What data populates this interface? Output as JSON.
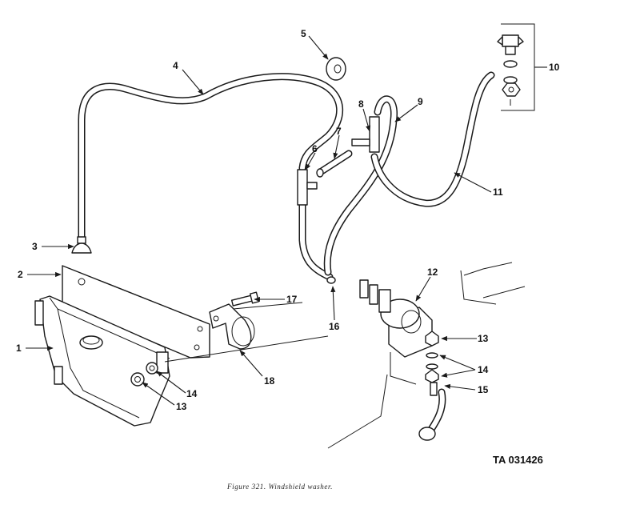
{
  "callouts": {
    "c1": "1",
    "c2": "2",
    "c3": "3",
    "c4": "4",
    "c5": "5",
    "c6": "6",
    "c7": "7",
    "c8": "8",
    "c9": "9",
    "c10": "10",
    "c11": "11",
    "c12": "12",
    "c13a": "13",
    "c13b": "13",
    "c14a": "14",
    "c14b": "14",
    "c15": "15",
    "c16": "16",
    "c17": "17",
    "c18": "18"
  },
  "ta_number": "TA 031426",
  "caption": "Figure 321. Windshield washer."
}
